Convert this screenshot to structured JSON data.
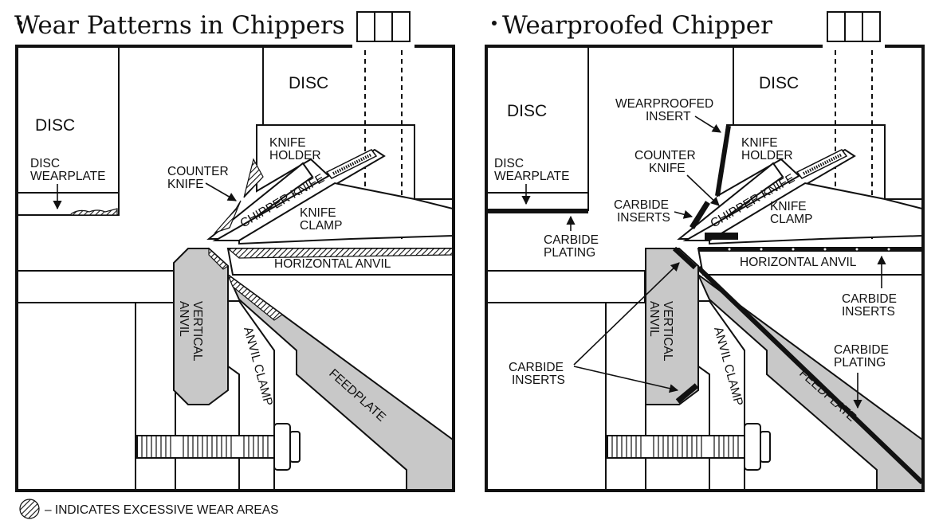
{
  "panels": {
    "left": {
      "title": "Wear Patterns in Chippers",
      "labels": {
        "disc_top": "DISC",
        "disc_left": "DISC",
        "disc_wearplate_1": "DISC",
        "disc_wearplate_2": "WEARPLATE",
        "counter_knife_1": "COUNTER",
        "counter_knife_2": "KNIFE",
        "knife_holder_1": "KNIFE",
        "knife_holder_2": "HOLDER",
        "chipper_knife": "CHIPPER KNIFE",
        "knife_clamp_1": "KNIFE",
        "knife_clamp_2": "CLAMP",
        "horizontal_anvil": "HORIZONTAL ANVIL",
        "vertical_anvil_1": "VERTICAL",
        "vertical_anvil_2": "ANVIL",
        "anvil_clamp": "ANVIL CLAMP",
        "feedplate": "FEEDPLATE"
      }
    },
    "right": {
      "title": "Wearproofed Chipper",
      "labels": {
        "disc_top": "DISC",
        "disc_left": "DISC",
        "disc_wearplate_1": "DISC",
        "disc_wearplate_2": "WEARPLATE",
        "wearproofed_insert_1": "WEARPROOFED",
        "wearproofed_insert_2": "INSERT",
        "counter_knife_1": "COUNTER",
        "counter_knife_2": "KNIFE",
        "knife_holder_1": "KNIFE",
        "knife_holder_2": "HOLDER",
        "carbide_inserts_top_1": "CARBIDE",
        "carbide_inserts_top_2": "INSERTS",
        "chipper_knife": "CHIPPER KNIFE",
        "knife_clamp_1": "KNIFE",
        "knife_clamp_2": "CLAMP",
        "carbide_plating_left_1": "CARBIDE",
        "carbide_plating_left_2": "PLATING",
        "horizontal_anvil": "HORIZONTAL ANVIL",
        "carbide_inserts_right_1": "CARBIDE",
        "carbide_inserts_right_2": "INSERTS",
        "carbide_inserts_left_1": "CARBIDE",
        "carbide_inserts_left_2": "INSERTS",
        "carbide_plating_right_1": "CARBIDE",
        "carbide_plating_right_2": "PLATING",
        "vertical_anvil_1": "VERTICAL",
        "vertical_anvil_2": "ANVIL",
        "anvil_clamp": "ANVIL CLAMP",
        "feedplate": "FEEDPLATE"
      }
    }
  },
  "legend": {
    "text": "– INDICATES EXCESSIVE WEAR AREAS",
    "icon": "hatched-circle-icon"
  },
  "colors": {
    "outline": "#111111",
    "anvil_fill": "#c8c8c8",
    "background": "#ffffff"
  }
}
